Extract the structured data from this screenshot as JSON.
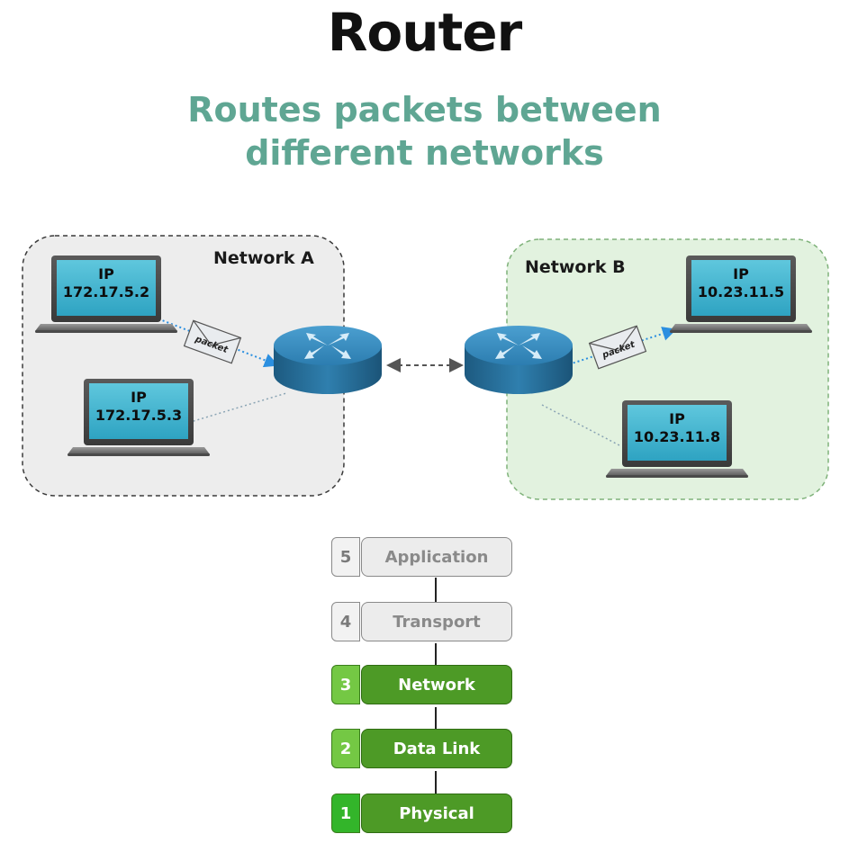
{
  "title": "Router",
  "subtitle_line1": "Routes packets between",
  "subtitle_line2": "different networks",
  "network_a": {
    "label": "Network A",
    "hosts": [
      {
        "ip_label": "IP",
        "ip": "172.17.5.2"
      },
      {
        "ip_label": "IP",
        "ip": "172.17.5.3"
      }
    ]
  },
  "network_b": {
    "label": "Network B",
    "hosts": [
      {
        "ip_label": "IP",
        "ip": "10.23.11.5"
      },
      {
        "ip_label": "IP",
        "ip": "10.23.11.8"
      }
    ]
  },
  "packet_label": "packet",
  "osi_layers": [
    {
      "num": "5",
      "name": "Application",
      "active": false
    },
    {
      "num": "4",
      "name": "Transport",
      "active": false
    },
    {
      "num": "3",
      "name": "Network",
      "active": true
    },
    {
      "num": "2",
      "name": "Data Link",
      "active": true
    },
    {
      "num": "1",
      "name": "Physical",
      "active": true
    }
  ],
  "colors": {
    "subtitle": "#5fa693",
    "network_b_fill": "#e2f2df",
    "router": "#2a6f9a",
    "layer_active": "#4d9a26",
    "layer_active_num": "#74c844",
    "packet_arrow": "#2b8fe0"
  }
}
